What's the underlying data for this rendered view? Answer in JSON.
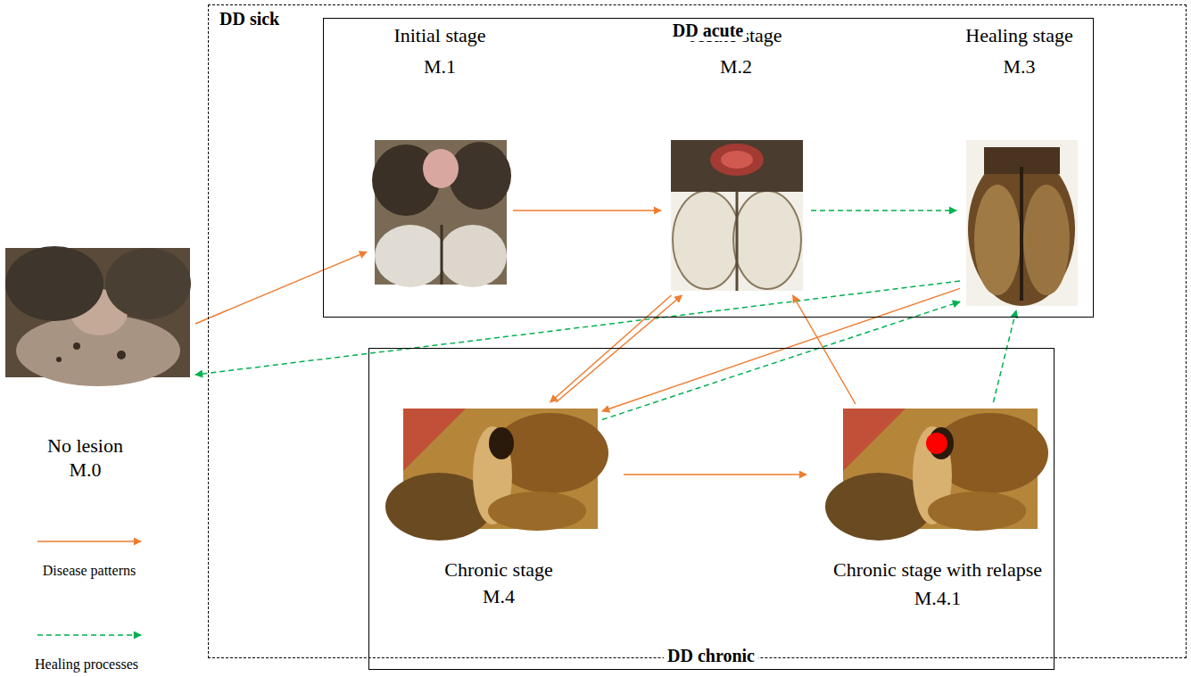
{
  "diagram": {
    "nodes": [
      {
        "text": [
          "No lesion",
          "M.0"
        ]
      },
      {
        "text": [
          "DD sick"
        ]
      },
      {
        "text": [
          "DD acute"
        ],
        "in": 1
      },
      {
        "text": [
          "Initial stage",
          "M.1"
        ],
        "in": 2
      },
      {
        "text": [
          "Acute stage",
          "M.2"
        ],
        "in": 2
      },
      {
        "text": [
          "Healing stage",
          "M.3"
        ],
        "in": 2
      },
      {
        "text": [
          "DD chronic"
        ],
        "in": 1
      },
      {
        "text": [
          "Chronic stage",
          "M.4"
        ],
        "in": 6
      },
      {
        "text": [
          "Chronic stage with relapse",
          "M.4.1"
        ],
        "in": 6
      }
    ],
    "edges": [
      {
        "from": 0,
        "to": 3,
        "arrow": "to"
      },
      {
        "from": 3,
        "to": 4,
        "arrow": "to"
      },
      {
        "from": 4,
        "to": 5,
        "arrow": "to"
      },
      {
        "from": 5,
        "to": 0,
        "arrow": "to"
      },
      {
        "from": 7,
        "to": 4,
        "arrow": "to"
      },
      {
        "from": 4,
        "to": 7,
        "arrow": "to"
      },
      {
        "from": 5,
        "to": 7,
        "arrow": "to"
      },
      {
        "from": 7,
        "to": 5,
        "arrow": "to"
      },
      {
        "from": 7,
        "to": 8,
        "arrow": "to"
      },
      {
        "from": 8,
        "to": 4,
        "arrow": "to"
      },
      {
        "from": 8,
        "to": 5,
        "arrow": "to"
      }
    ],
    "legend": [
      {
        "text": "Disease patterns"
      },
      {
        "text": "Healing processes"
      }
    ]
  }
}
